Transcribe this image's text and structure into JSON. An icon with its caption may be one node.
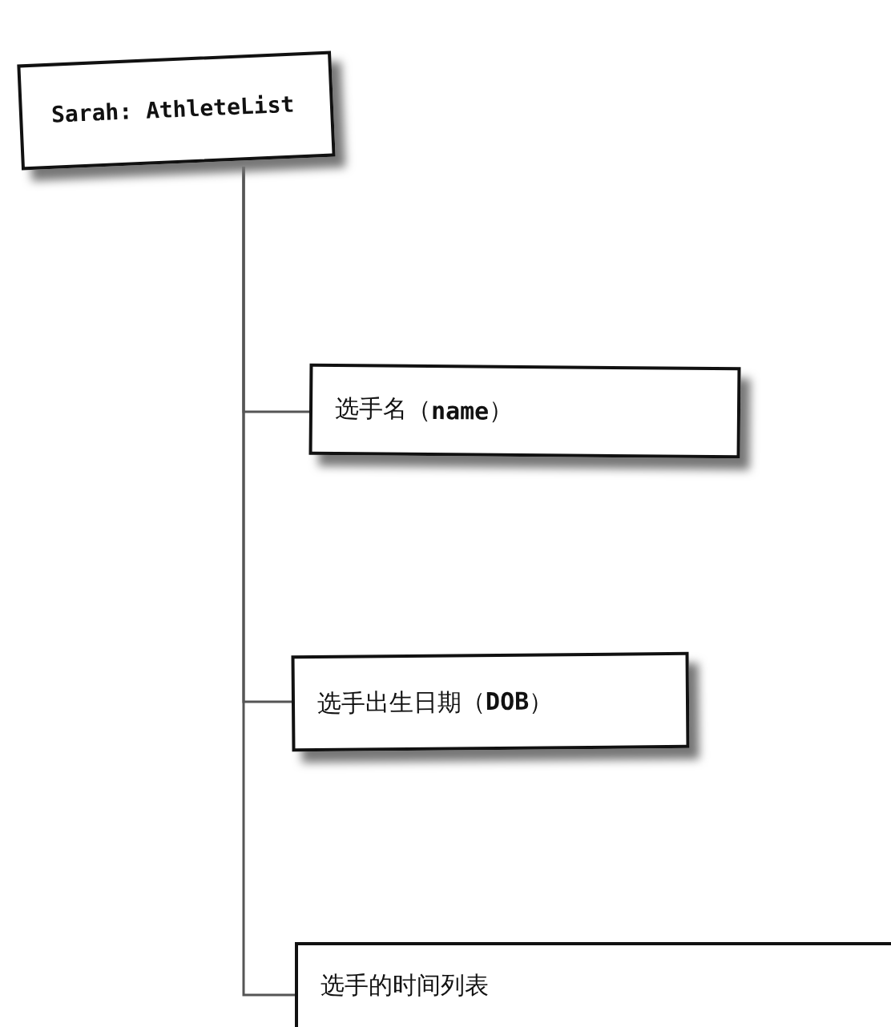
{
  "diagram": {
    "nodes": [
      {
        "text": [
          "Sarah: AthleteList"
        ]
      },
      {
        "text": [
          "选手名（**name**）"
        ]
      },
      {
        "text": [
          "选手出生日期（**DOB**）"
        ]
      },
      {
        "text": [
          "选手的时间列表"
        ]
      }
    ],
    "edges": [
      {
        "from": 0,
        "to": 1,
        "arrow": "none"
      },
      {
        "from": 0,
        "to": 2,
        "arrow": "none"
      },
      {
        "from": 0,
        "to": 3,
        "arrow": "none"
      }
    ]
  }
}
